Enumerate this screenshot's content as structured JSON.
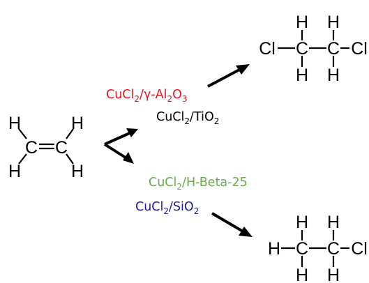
{
  "reactant": {
    "atoms": {
      "h_top_left": "H",
      "h_top_right": "H",
      "c_left": "C",
      "c_right": "C",
      "h_bottom_left": "H",
      "h_bottom_right": "H"
    }
  },
  "product_top": {
    "atoms": {
      "cl_left": "Cl",
      "c1": "C",
      "c2": "C",
      "cl_right": "Cl",
      "h_c1_top": "H",
      "h_c2_top": "H",
      "h_c1_bottom": "H",
      "h_c2_bottom": "H"
    }
  },
  "product_bottom": {
    "atoms": {
      "h_left": "H",
      "c1": "C",
      "c2": "C",
      "cl_right": "Cl",
      "h_c1_top": "H",
      "h_c2_top": "H",
      "h_c1_bottom": "H",
      "h_c2_bottom": "H"
    }
  },
  "catalysts": {
    "al2o3": {
      "metal": "CuCl",
      "metal_sub": "2",
      "support_pre": "/γ-Al",
      "support_sub1": "2",
      "support_mid": "O",
      "support_sub2": "3",
      "color": "#e8141b"
    },
    "tio2": {
      "metal": "CuCl",
      "metal_sub": "2",
      "support_pre": "/TiO",
      "support_sub": "2",
      "color": "#000000"
    },
    "hbeta": {
      "metal": "CuCl",
      "metal_sub": "2",
      "support_pre": "/H-Beta-25",
      "color": "#6aaa4c"
    },
    "sio2": {
      "metal": "CuCl",
      "metal_sub": "2",
      "support_pre": "/SiO",
      "support_sub": "2",
      "color": "#1c1a9e"
    }
  }
}
